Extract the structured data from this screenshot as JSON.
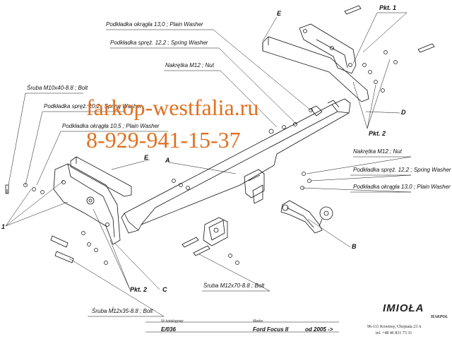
{
  "parts": {
    "washer_130_top": "Podkładka okrągła 13,0 ;  Plain Washer",
    "spring_washer_top": "Podkładka spręż. 12,2 ; Spring Washer",
    "nut_top": "Nakrętka  M12 ; Nut",
    "bolt_m10": "Śruba M10x40-8.8 ;  Bolt",
    "spring_washer_left": "Podkładka spręż. 10,2 ; Spring Washer",
    "washer_105": "Podkładka okrągła 10,5 ;  Plain Washer",
    "nut_right": "Nakrętka  M12 ; Nut",
    "spring_washer_right": "Podkładka spręż. 12,2 ; Spring Washer",
    "washer_130_right": "Podkładka okrągła 13,0 ;  Plain Washer",
    "bolt_m12x70": "Śruba M12x70-8.8 ;  Bolt",
    "bolt_m12x35": "Śruba M12x35-8.8 ;  Bolt"
  },
  "refs": {
    "pkt1_top": "Pkt. 1",
    "e_top": "E",
    "d": "D",
    "pkt2_right": "Pkt. 2",
    "e_left": "E",
    "a": "A",
    "one": "1",
    "b": "B",
    "pkt2_bottom": "Pkt. 2",
    "c": "C"
  },
  "watermark": {
    "site": "farkop-westfalia.ru",
    "phone": "8-929-941-15-37"
  },
  "footer": {
    "catalog_caption": "Nr katalogowy",
    "catalog_no": "E/036",
    "make_caption": "Marka",
    "model": "Ford Focus II",
    "year": "od 2005 ->"
  },
  "brand": {
    "logo": "IMIOŁA",
    "logo_sub": "HAKPOL",
    "address": "96-111 Kowiesy, Chojnata 23 A",
    "phone": "tel. +48 46 831 73 31"
  },
  "colors": {
    "watermark": "#e07020",
    "line": "#111111"
  }
}
